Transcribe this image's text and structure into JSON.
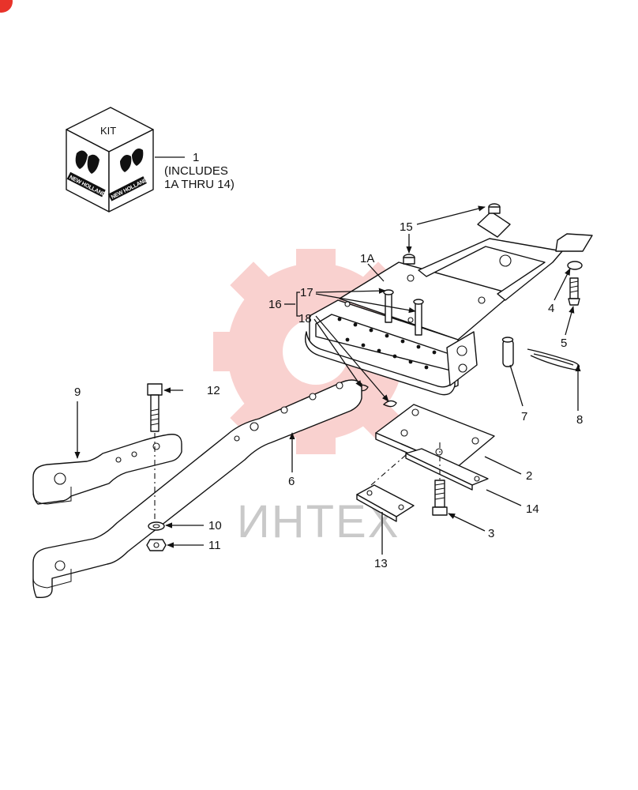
{
  "watermark": {
    "text": "ИНТЕХ",
    "color": "#e8332a"
  },
  "kit": {
    "label": "KIT",
    "brand_text": "NEW HOLLAND",
    "callout_number": "1",
    "callout_note_line1": "(INCLUDES",
    "callout_note_line2": "1A THRU 14)"
  },
  "callouts": {
    "c1a": "1A",
    "c2": "2",
    "c3": "3",
    "c4": "4",
    "c5": "5",
    "c6": "6",
    "c7": "7",
    "c8": "8",
    "c9": "9",
    "c10": "10",
    "c11": "11",
    "c12": "12",
    "c13": "13",
    "c14": "14",
    "c15": "15",
    "c16": "16",
    "c17": "17",
    "c18": "18"
  }
}
